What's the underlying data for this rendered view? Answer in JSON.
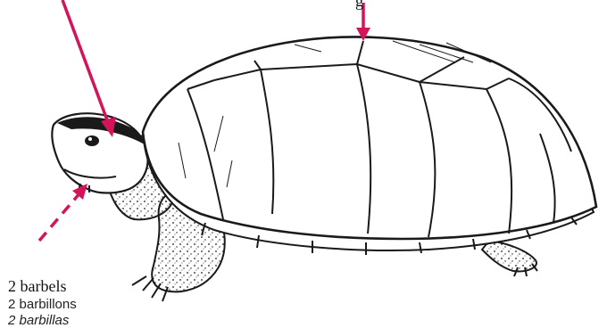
{
  "labels": {
    "barbels": {
      "en": "2 barbels",
      "fr": "2 barbillons",
      "es": "2 barbillas"
    },
    "top_partial": "g"
  },
  "colors": {
    "arrow": "#d4145a",
    "outline": "#1a1a1a",
    "fill": "#ffffff"
  },
  "icons": {
    "head_arrow": "solid-arrow",
    "shell_arrow": "solid-arrow",
    "barbel_arrow": "dashed-arrow"
  }
}
